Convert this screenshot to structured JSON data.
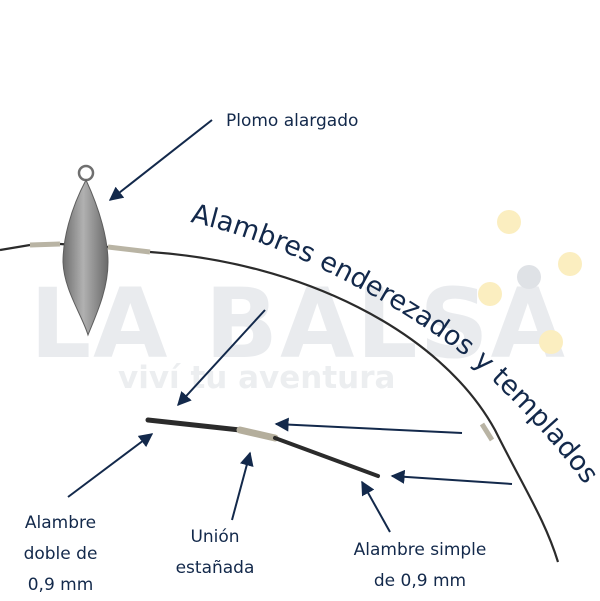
{
  "watermark": {
    "brand": "LA BALSA",
    "tagline": "viví tu aventura"
  },
  "labels": {
    "sinker": "Plomo alargado",
    "curved_title": "Alambres enderezados y templados",
    "double_wire": [
      "Alambre",
      "doble de",
      "0,9 mm"
    ],
    "tinned_joint": [
      "Unión",
      "estañada"
    ],
    "single_wire": [
      "Alambre simple",
      "de 0,9 mm"
    ]
  },
  "colors": {
    "text": "#13294b",
    "arrow": "#13294b",
    "wire": "#2b2b2b",
    "lead": "#8e8e8e",
    "solder": "#b9b4a4",
    "watermark": "#e9ebee",
    "dot_yellow": "#fbeec0",
    "dot_grey": "#dfe2e6"
  }
}
